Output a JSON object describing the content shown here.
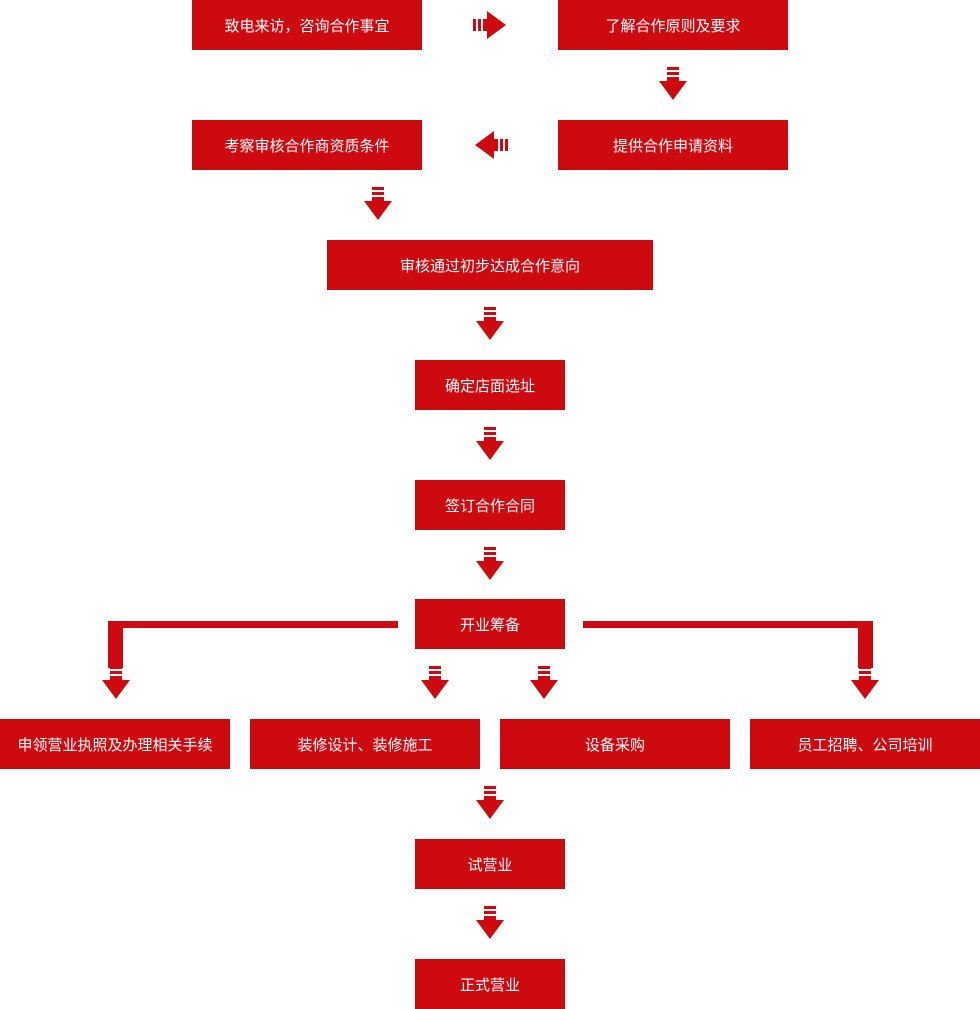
{
  "colors": {
    "box_fill": "#cc0a0f",
    "text": "#ffffff",
    "background": "#ffffff"
  },
  "steps": {
    "call_visit": "致电来访，咨询合作事宜",
    "learn_principles": "了解合作原则及要求",
    "submit_materials": "提供合作申请资料",
    "review_qualification": "考察审核合作商资质条件",
    "preliminary_intent": "审核通过初步达成合作意向",
    "select_store": "确定店面选址",
    "sign_contract": "签订合作合同",
    "opening_prep": "开业筹备",
    "business_license": "申领营业执照及办理相关手续",
    "decoration": "装修设计、装修施工",
    "equipment": "设备采购",
    "staff": "员工招聘、公司培训",
    "trial_operation": "试营业",
    "formal_operation": "正式营业"
  }
}
